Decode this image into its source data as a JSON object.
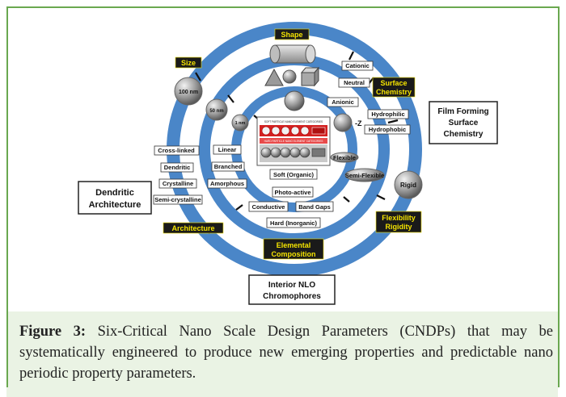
{
  "figure": {
    "label": "Figure 3:",
    "caption": "Six-Critical Nano Scale Design Parameters (CNDPs) that may be systematically engineered to produce new emerging properties and predictable nano periodic property parameters."
  },
  "colors": {
    "ring": "#4a86c8",
    "ring_dark": "#2f6eb5",
    "tag_bg": "#1a1a1a",
    "tag_text": "#f5e400",
    "frame": "#6aa84f",
    "caption_band": "#eaf3e4"
  },
  "diagram": {
    "param_tags": {
      "shape": "Shape",
      "size": "Size",
      "surface_chemistry_1": "Surface",
      "surface_chemistry_2": "Chemistry",
      "architecture": "Architecture",
      "elemental_composition_1": "Elemental",
      "elemental_composition_2": "Composition",
      "flexibility_1": "Flexibility",
      "flexibility_2": "Rigidity"
    },
    "outer_boxes": {
      "film_forming_1": "Film Forming",
      "film_forming_2": "Surface",
      "film_forming_3": "Chemistry",
      "dendritic_1": "Dendritic",
      "dendritic_2": "Architecture",
      "interior_1": "Interior NLO",
      "interior_2": "Chromophores"
    },
    "size_labels": {
      "large": "100 nm",
      "medium": "50 nm",
      "small": "1 nm"
    },
    "surface_labels": [
      "Cationic",
      "Neutral",
      "Anionic",
      "Hydrophilic",
      "Hydrophobic"
    ],
    "z_label": "-Z",
    "architecture_labels": [
      "Cross-linked",
      "Dendritic",
      "Crystalline",
      "Semi-crystalline",
      "Linear",
      "Branched",
      "Amorphous"
    ],
    "composition_labels": [
      "Soft (Organic)",
      "Photo-active",
      "Conductive",
      "Band Gaps",
      "Hard (Inorganic)"
    ],
    "flexibility_labels": {
      "flexible": "Flexible",
      "semi_flexible": "Semi-Flexible",
      "rigid": "Rigid"
    },
    "center_panel": {
      "top_row_title": "SOFT PARTICLE NANO ELEMENT CATEGORIES",
      "bottom_row_title": "HARD PARTICLE NANO ELEMENT CATEGORIES"
    }
  }
}
